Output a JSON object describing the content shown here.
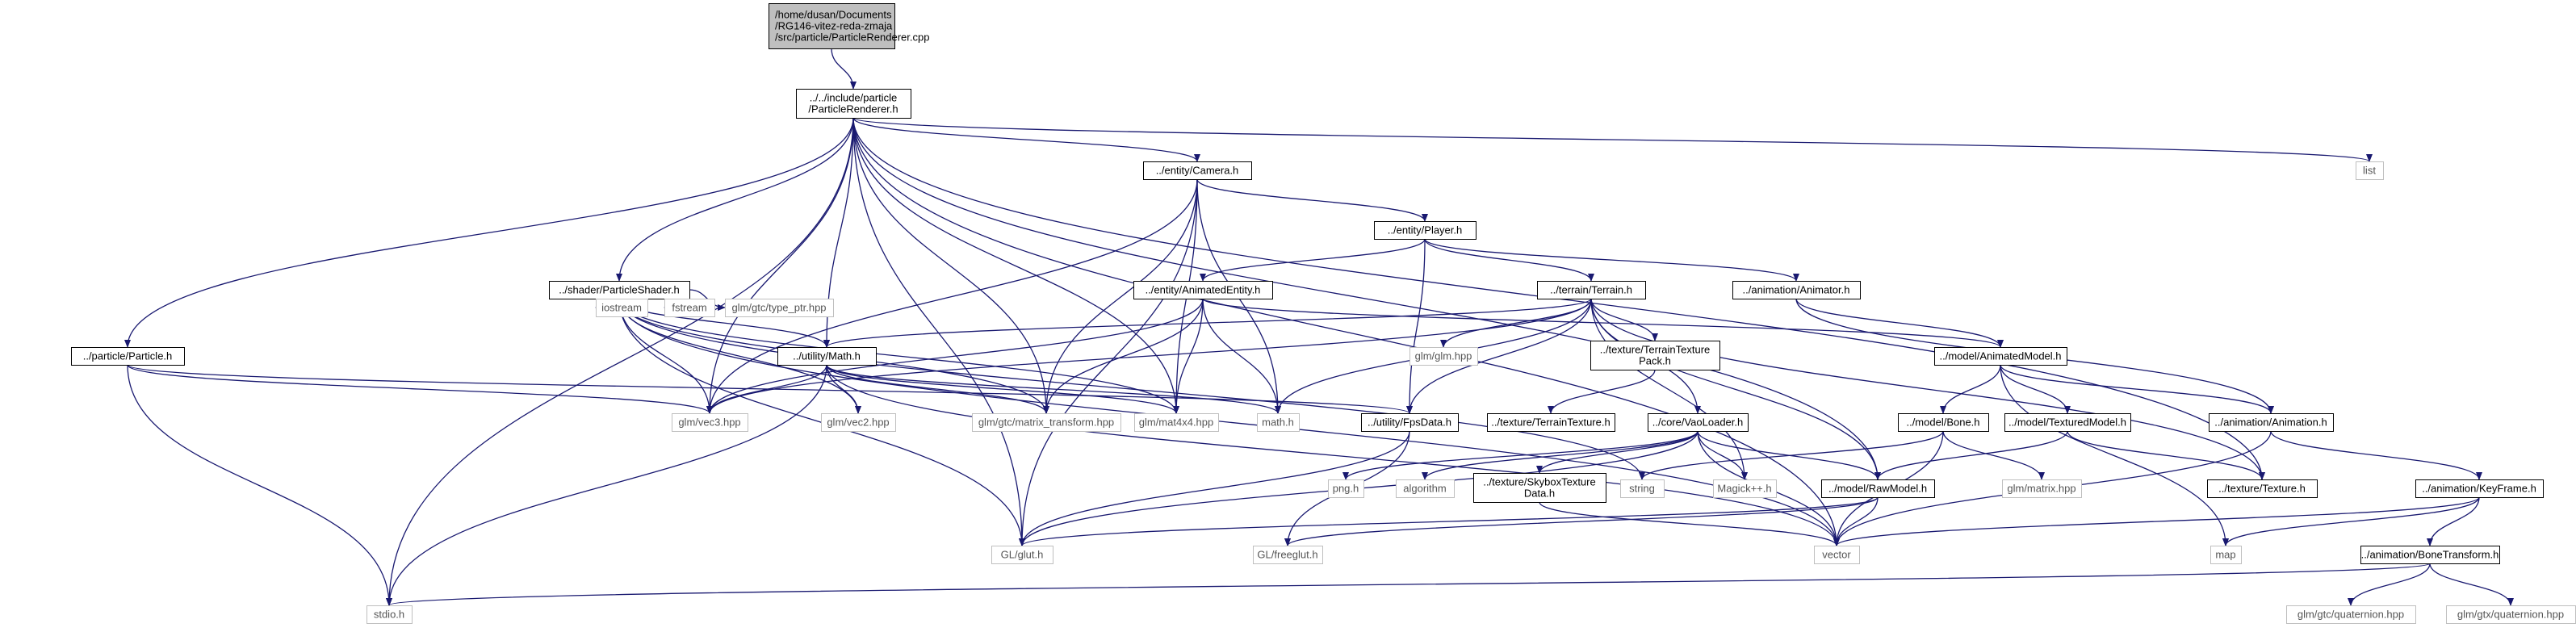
{
  "edge_color": "#191970",
  "nodes": [
    {
      "id": "root",
      "kind": "root",
      "lines": [
        "/home/dusan/Documents",
        "/RG146-vitez-reda-zmaja",
        "/src/particle/ParticleRenderer.cpp"
      ]
    },
    {
      "id": "pr",
      "kind": "local",
      "lines": [
        "../../include/particle",
        "/ParticleRenderer.h"
      ]
    },
    {
      "id": "camera",
      "kind": "local",
      "lines": [
        "../entity/Camera.h"
      ]
    },
    {
      "id": "list",
      "kind": "std",
      "lines": [
        "list"
      ]
    },
    {
      "id": "player",
      "kind": "local",
      "lines": [
        "../entity/Player.h"
      ]
    },
    {
      "id": "shader",
      "kind": "local",
      "lines": [
        "../shader/ParticleShader.h"
      ]
    },
    {
      "id": "animent",
      "kind": "local",
      "lines": [
        "../entity/AnimatedEntity.h"
      ]
    },
    {
      "id": "terrain",
      "kind": "local",
      "lines": [
        "../terrain/Terrain.h"
      ]
    },
    {
      "id": "animator",
      "kind": "local",
      "lines": [
        "../animation/Animator.h"
      ]
    },
    {
      "id": "particle",
      "kind": "local",
      "lines": [
        "../particle/Particle.h"
      ]
    },
    {
      "id": "iostream",
      "kind": "std",
      "lines": [
        "iostream"
      ]
    },
    {
      "id": "fstream",
      "kind": "std",
      "lines": [
        "fstream"
      ]
    },
    {
      "id": "typeptr",
      "kind": "std",
      "lines": [
        "glm/gtc/type_ptr.hpp"
      ]
    },
    {
      "id": "umath",
      "kind": "local",
      "lines": [
        "../utility/Math.h"
      ]
    },
    {
      "id": "glmhpp",
      "kind": "std",
      "lines": [
        "glm/glm.hpp"
      ]
    },
    {
      "id": "ttpack",
      "kind": "local",
      "lines": [
        "../texture/TerrainTexture",
        "Pack.h"
      ]
    },
    {
      "id": "animmodel",
      "kind": "local",
      "lines": [
        "../model/AnimatedModel.h"
      ]
    },
    {
      "id": "vec3",
      "kind": "std",
      "lines": [
        "glm/vec3.hpp"
      ]
    },
    {
      "id": "vec2",
      "kind": "std",
      "lines": [
        "glm/vec2.hpp"
      ]
    },
    {
      "id": "mtrans",
      "kind": "std",
      "lines": [
        "glm/gtc/matrix_transform.hpp"
      ]
    },
    {
      "id": "mat4",
      "kind": "std",
      "lines": [
        "glm/mat4x4.hpp"
      ]
    },
    {
      "id": "mathh",
      "kind": "std",
      "lines": [
        "math.h"
      ]
    },
    {
      "id": "fps",
      "kind": "local",
      "lines": [
        "../utility/FpsData.h"
      ]
    },
    {
      "id": "ttex",
      "kind": "local",
      "lines": [
        "../texture/TerrainTexture.h"
      ]
    },
    {
      "id": "vao",
      "kind": "local",
      "lines": [
        "../core/VaoLoader.h"
      ]
    },
    {
      "id": "bone",
      "kind": "local",
      "lines": [
        "../model/Bone.h"
      ]
    },
    {
      "id": "texmodel",
      "kind": "local",
      "lines": [
        "../model/TexturedModel.h"
      ]
    },
    {
      "id": "animation",
      "kind": "local",
      "lines": [
        "../animation/Animation.h"
      ]
    },
    {
      "id": "png",
      "kind": "std",
      "lines": [
        "png.h"
      ]
    },
    {
      "id": "algorithm",
      "kind": "std",
      "lines": [
        "algorithm"
      ]
    },
    {
      "id": "skybox",
      "kind": "local",
      "lines": [
        "../texture/SkyboxTexture",
        "Data.h"
      ]
    },
    {
      "id": "string",
      "kind": "std",
      "lines": [
        "string"
      ]
    },
    {
      "id": "magick",
      "kind": "std",
      "lines": [
        "Magick++.h"
      ]
    },
    {
      "id": "rawmodel",
      "kind": "local",
      "lines": [
        "../model/RawModel.h"
      ]
    },
    {
      "id": "glmmatrix",
      "kind": "std",
      "lines": [
        "glm/matrix.hpp"
      ]
    },
    {
      "id": "texture",
      "kind": "local",
      "lines": [
        "../texture/Texture.h"
      ]
    },
    {
      "id": "keyframe",
      "kind": "local",
      "lines": [
        "../animation/KeyFrame.h"
      ]
    },
    {
      "id": "glut",
      "kind": "std",
      "lines": [
        "GL/glut.h"
      ]
    },
    {
      "id": "freeglut",
      "kind": "std",
      "lines": [
        "GL/freeglut.h"
      ]
    },
    {
      "id": "vector",
      "kind": "std",
      "lines": [
        "vector"
      ]
    },
    {
      "id": "map",
      "kind": "std",
      "lines": [
        "map"
      ]
    },
    {
      "id": "bonetr",
      "kind": "local",
      "lines": [
        "../animation/BoneTransform.h"
      ]
    },
    {
      "id": "stdio",
      "kind": "std",
      "lines": [
        "stdio.h"
      ]
    },
    {
      "id": "quat1",
      "kind": "std",
      "lines": [
        "glm/gtc/quaternion.hpp"
      ]
    },
    {
      "id": "quat2",
      "kind": "std",
      "lines": [
        "glm/gtx/quaternion.hpp"
      ]
    }
  ],
  "edges": [
    [
      "root",
      "pr"
    ],
    [
      "pr",
      "camera"
    ],
    [
      "pr",
      "list"
    ],
    [
      "pr",
      "shader"
    ],
    [
      "pr",
      "particle"
    ],
    [
      "pr",
      "umath"
    ],
    [
      "pr",
      "vec3"
    ],
    [
      "pr",
      "mtrans"
    ],
    [
      "pr",
      "mat4"
    ],
    [
      "pr",
      "glut"
    ],
    [
      "pr",
      "stdio"
    ],
    [
      "pr",
      "rawmodel"
    ],
    [
      "pr",
      "texture"
    ],
    [
      "pr",
      "vector"
    ],
    [
      "camera",
      "player"
    ],
    [
      "camera",
      "vec3"
    ],
    [
      "camera",
      "mtrans"
    ],
    [
      "camera",
      "mat4"
    ],
    [
      "camera",
      "mathh"
    ],
    [
      "camera",
      "glut"
    ],
    [
      "player",
      "animent"
    ],
    [
      "player",
      "terrain"
    ],
    [
      "player",
      "animator"
    ],
    [
      "player",
      "fps"
    ],
    [
      "shader",
      "iostream"
    ],
    [
      "shader",
      "fstream"
    ],
    [
      "shader",
      "typeptr"
    ],
    [
      "shader",
      "umath"
    ],
    [
      "shader",
      "vec3"
    ],
    [
      "shader",
      "mtrans"
    ],
    [
      "shader",
      "mat4"
    ],
    [
      "shader",
      "glut"
    ],
    [
      "shader",
      "string"
    ],
    [
      "shader",
      "vector"
    ],
    [
      "shader",
      "vec2"
    ],
    [
      "animent",
      "vec3"
    ],
    [
      "animent",
      "mtrans"
    ],
    [
      "animent",
      "mat4"
    ],
    [
      "animent",
      "mathh"
    ],
    [
      "animent",
      "animmodel"
    ],
    [
      "terrain",
      "umath"
    ],
    [
      "terrain",
      "glmhpp"
    ],
    [
      "terrain",
      "ttpack"
    ],
    [
      "terrain",
      "vec3"
    ],
    [
      "terrain",
      "mathh"
    ],
    [
      "terrain",
      "vao"
    ],
    [
      "terrain",
      "rawmodel"
    ],
    [
      "terrain",
      "texture"
    ],
    [
      "terrain",
      "magick"
    ],
    [
      "terrain",
      "fps"
    ],
    [
      "animator",
      "animmodel"
    ],
    [
      "animator",
      "animation"
    ],
    [
      "particle",
      "vec3"
    ],
    [
      "particle",
      "stdio"
    ],
    [
      "particle",
      "fps"
    ],
    [
      "umath",
      "vec3"
    ],
    [
      "umath",
      "vec2"
    ],
    [
      "umath",
      "mtrans"
    ],
    [
      "umath",
      "mat4"
    ],
    [
      "umath",
      "mathh"
    ],
    [
      "umath",
      "stdio"
    ],
    [
      "umath",
      "vector"
    ],
    [
      "ttpack",
      "ttex"
    ],
    [
      "animmodel",
      "bone"
    ],
    [
      "animmodel",
      "texmodel"
    ],
    [
      "animmodel",
      "animation"
    ],
    [
      "animmodel",
      "map"
    ],
    [
      "fps",
      "glut"
    ],
    [
      "fps",
      "freeglut"
    ],
    [
      "vao",
      "png"
    ],
    [
      "vao",
      "algorithm"
    ],
    [
      "vao",
      "skybox"
    ],
    [
      "vao",
      "magick"
    ],
    [
      "vao",
      "rawmodel"
    ],
    [
      "vao",
      "glut"
    ],
    [
      "vao",
      "vector"
    ],
    [
      "bone",
      "string"
    ],
    [
      "bone",
      "glmmatrix"
    ],
    [
      "bone",
      "vector"
    ],
    [
      "texmodel",
      "rawmodel"
    ],
    [
      "texmodel",
      "texture"
    ],
    [
      "animation",
      "keyframe"
    ],
    [
      "animation",
      "vector"
    ],
    [
      "skybox",
      "vector"
    ],
    [
      "rawmodel",
      "glut"
    ],
    [
      "rawmodel",
      "freeglut"
    ],
    [
      "rawmodel",
      "vector"
    ],
    [
      "keyframe",
      "bonetr"
    ],
    [
      "keyframe",
      "map"
    ],
    [
      "keyframe",
      "vector"
    ],
    [
      "bonetr",
      "quat1"
    ],
    [
      "bonetr",
      "quat2"
    ],
    [
      "bonetr",
      "stdio"
    ]
  ]
}
